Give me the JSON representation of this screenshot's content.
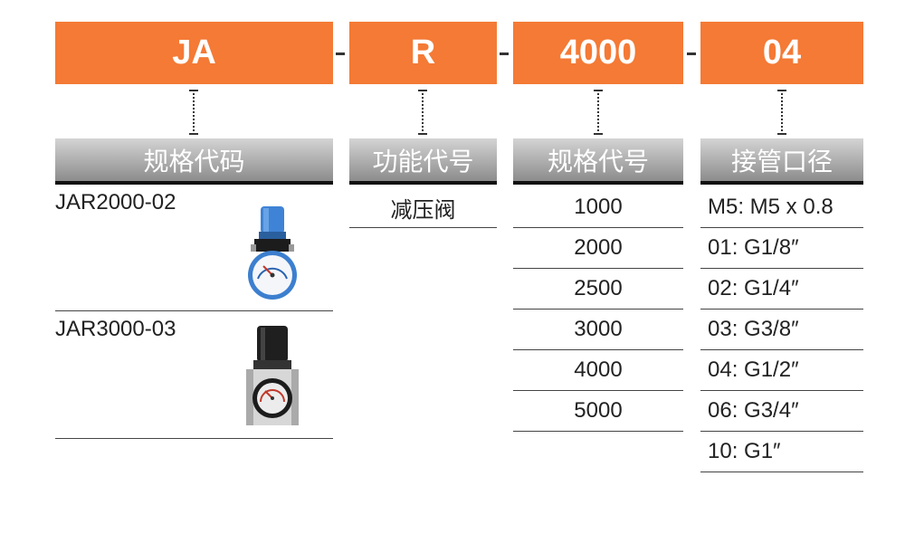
{
  "colors": {
    "orange": "#f47a35",
    "header_gradient_top": "#cfcfcf",
    "header_gradient_bottom": "#8f8f8f",
    "rule": "#444444"
  },
  "code": {
    "segments": [
      "JA",
      "R",
      "4000",
      "04"
    ],
    "separator": "-"
  },
  "columns": [
    {
      "header": "规格代码",
      "models": [
        {
          "label": "JAR2000-02",
          "image": "blue-regulator-with-gauge-icon"
        },
        {
          "label": "JAR3000-03",
          "image": "black-regulator-with-gauge-icon"
        }
      ]
    },
    {
      "header": "功能代号",
      "rows": [
        "减压阀"
      ]
    },
    {
      "header": "规格代号",
      "rows": [
        "1000",
        "2000",
        "2500",
        "3000",
        "4000",
        "5000"
      ]
    },
    {
      "header": "接管口径",
      "rows": [
        "M5: M5 x 0.8",
        "01: G1/8″",
        "02: G1/4″",
        "03: G3/8″",
        "04: G1/2″",
        "06: G3/4″",
        "10: G1″"
      ]
    }
  ]
}
